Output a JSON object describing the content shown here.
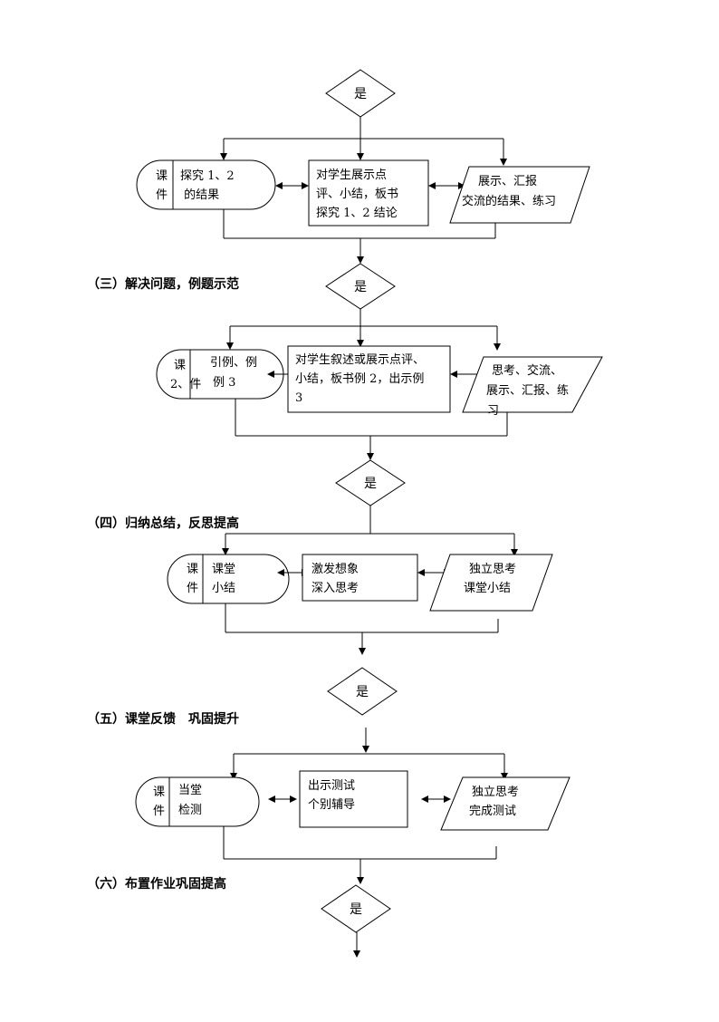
{
  "decisions": [
    "是",
    "是",
    "是",
    "是",
    "是"
  ],
  "headings": {
    "h3": "（三）解决问题，例题示范",
    "h4": "（四）归纳总结，反思提高",
    "h5": "（五）课堂反馈　巩固提升",
    "h6": "（六）布置作业巩固提高"
  },
  "rows": [
    {
      "courseware": [
        "课",
        "件"
      ],
      "terminal": [
        "探究 1、2",
        " 的结果"
      ],
      "process": [
        "对学生展示点",
        "评、小结，板书",
        "探究 1、2 结论"
      ],
      "io": [
        "展示、汇报",
        "交流的结果、练习"
      ]
    },
    {
      "courseware": [
        "课",
        "2、件"
      ],
      "terminal": [
        "引例、例",
        "例 3"
      ],
      "process": [
        "对学生叙述或展示点评、",
        "小结，板书例 2，出示例",
        "3"
      ],
      "io": [
        "思考、交流、",
        "展示、汇报、练",
        "习"
      ]
    },
    {
      "courseware": [
        "课",
        "件"
      ],
      "terminal": [
        "课堂",
        "小结"
      ],
      "process": [
        "激发想象",
        "深入思考"
      ],
      "io": [
        "独立思考",
        "课堂小结"
      ]
    },
    {
      "courseware": [
        "课",
        "件"
      ],
      "terminal": [
        "当堂",
        "检测"
      ],
      "process": [
        "出示测试",
        "个别辅导"
      ],
      "io": [
        "独立思考",
        "完成测试"
      ]
    }
  ]
}
